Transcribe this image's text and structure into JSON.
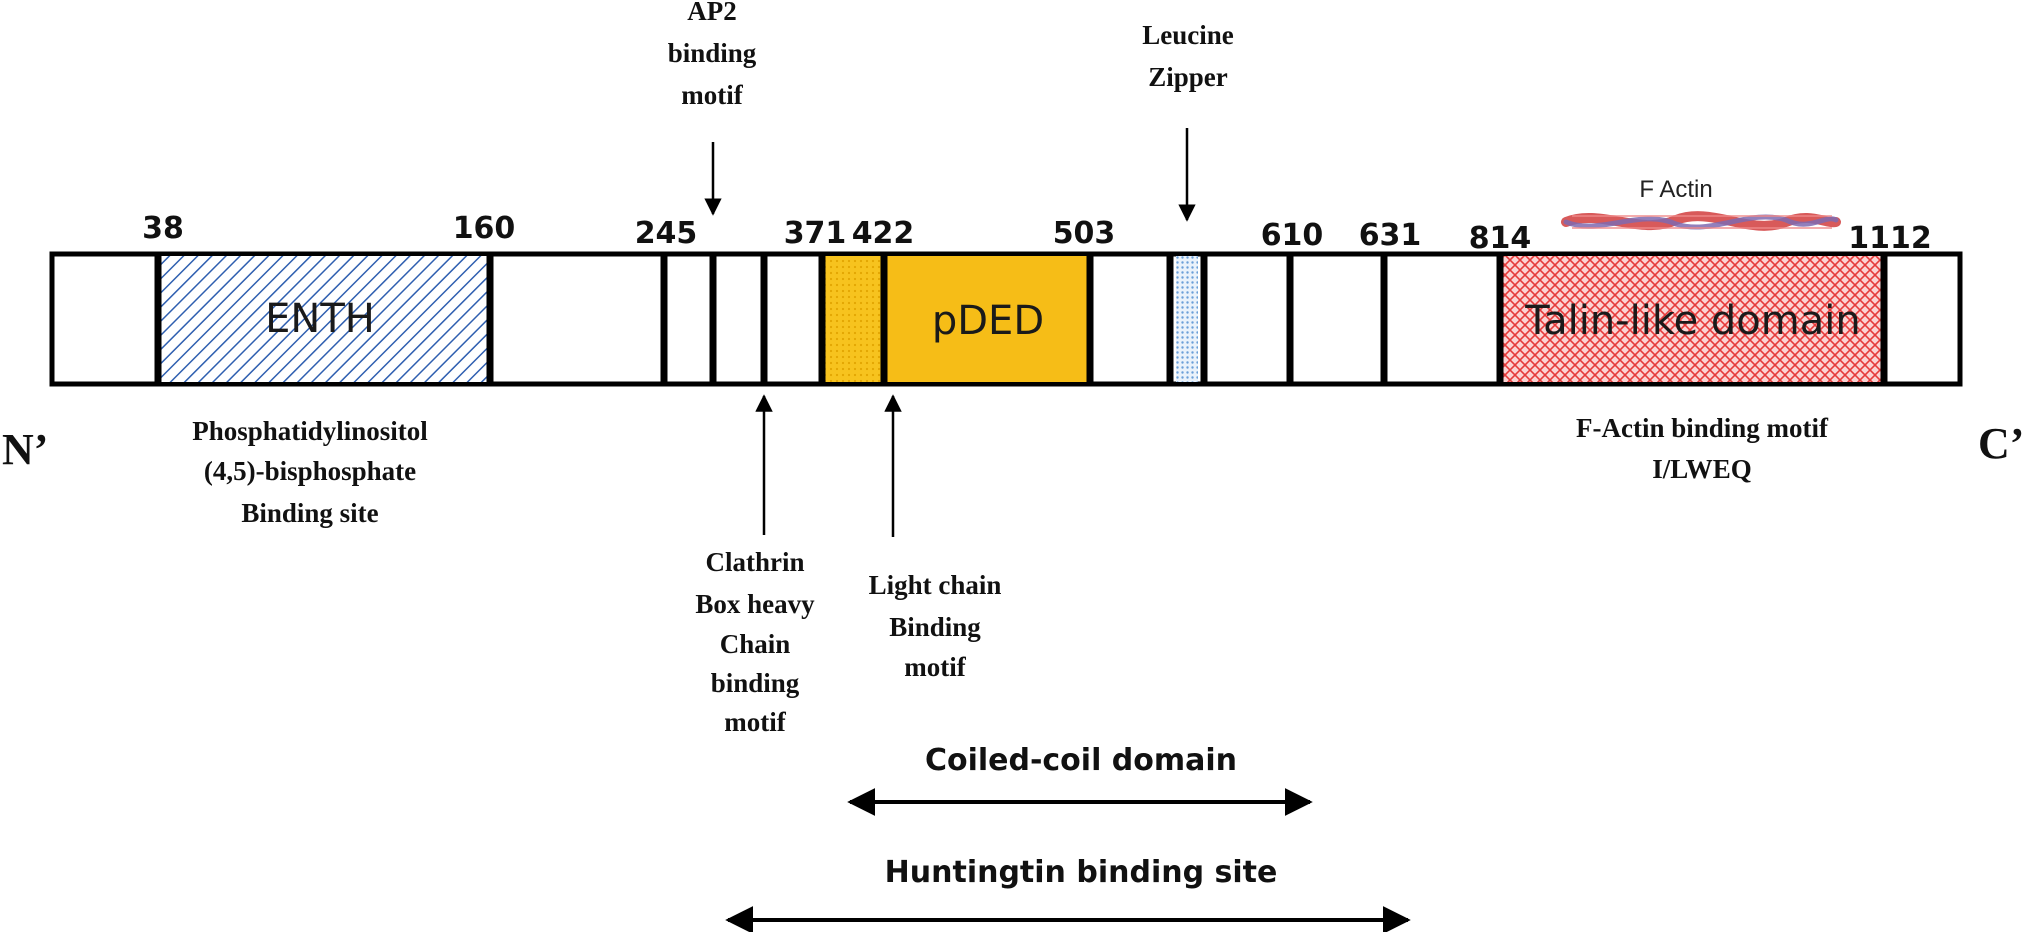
{
  "terminals": {
    "n": "N’",
    "c": "C’"
  },
  "positions": [
    "38",
    "160",
    "245",
    "371",
    "422",
    "503",
    "610",
    "631",
    "814",
    "1112"
  ],
  "domains": {
    "enth": "ENTH",
    "pded": "pDED",
    "talin": "Talin-like domain"
  },
  "annotations": {
    "ap2": [
      "AP2",
      "binding",
      "motif"
    ],
    "leucine": [
      "Leucine",
      "Zipper"
    ],
    "pip2": [
      "Phosphatidylinositol",
      "(4,5)-bisphosphate",
      "Binding site"
    ],
    "clathrin": [
      "Clathrin",
      "Box heavy",
      "Chain",
      "binding",
      "motif"
    ],
    "light_chain": [
      "Light chain",
      "Binding",
      "motif"
    ],
    "factin_motif": [
      "F-Actin binding motif",
      "I/LWEQ"
    ],
    "factin_label": "F Actin"
  },
  "ranges": {
    "coiled_coil": "Coiled-coil domain",
    "huntingtin": "Huntingtin binding site"
  },
  "colors": {
    "enth": "#2f5fb0",
    "pded": "#f5b700",
    "talin": "#e63a3a",
    "leucine": "#6a9fd8"
  }
}
